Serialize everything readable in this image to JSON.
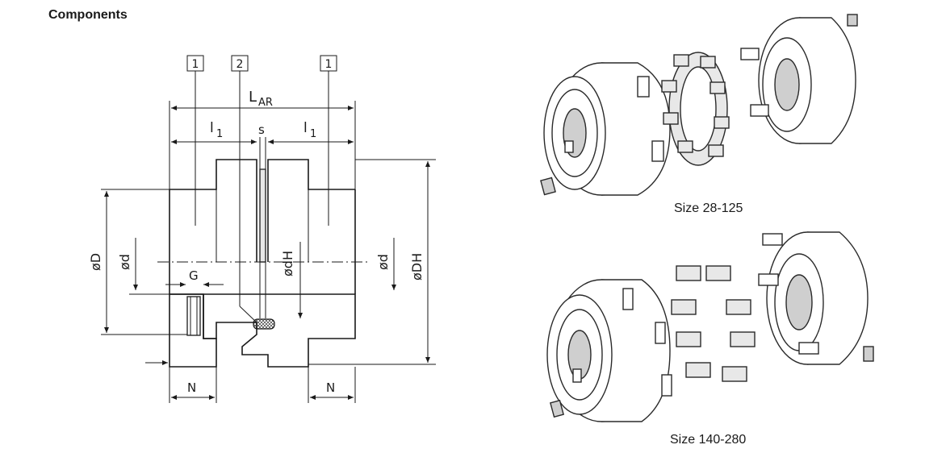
{
  "title": "Components",
  "drawing": {
    "part_numbers": [
      "1",
      "2",
      "1"
    ],
    "dimension_labels": {
      "lar": "L",
      "lar_sub": "AR",
      "l1_left": "l",
      "l1_left_sub": "1",
      "l1_right": "l",
      "l1_right_sub": "1",
      "s": "s",
      "g": "G",
      "n_left": "N",
      "n_right": "N",
      "dia_D": "øD",
      "dia_d_left": "ød",
      "dia_dH": "ødH",
      "dia_d_right": "ød",
      "dia_DH": "øDH"
    }
  },
  "captions": {
    "top": "Size 28-125",
    "bottom": "Size 140-280"
  },
  "colors": {
    "line": "#1a1a1a",
    "elastomer_fill": "#e8e8e8"
  }
}
